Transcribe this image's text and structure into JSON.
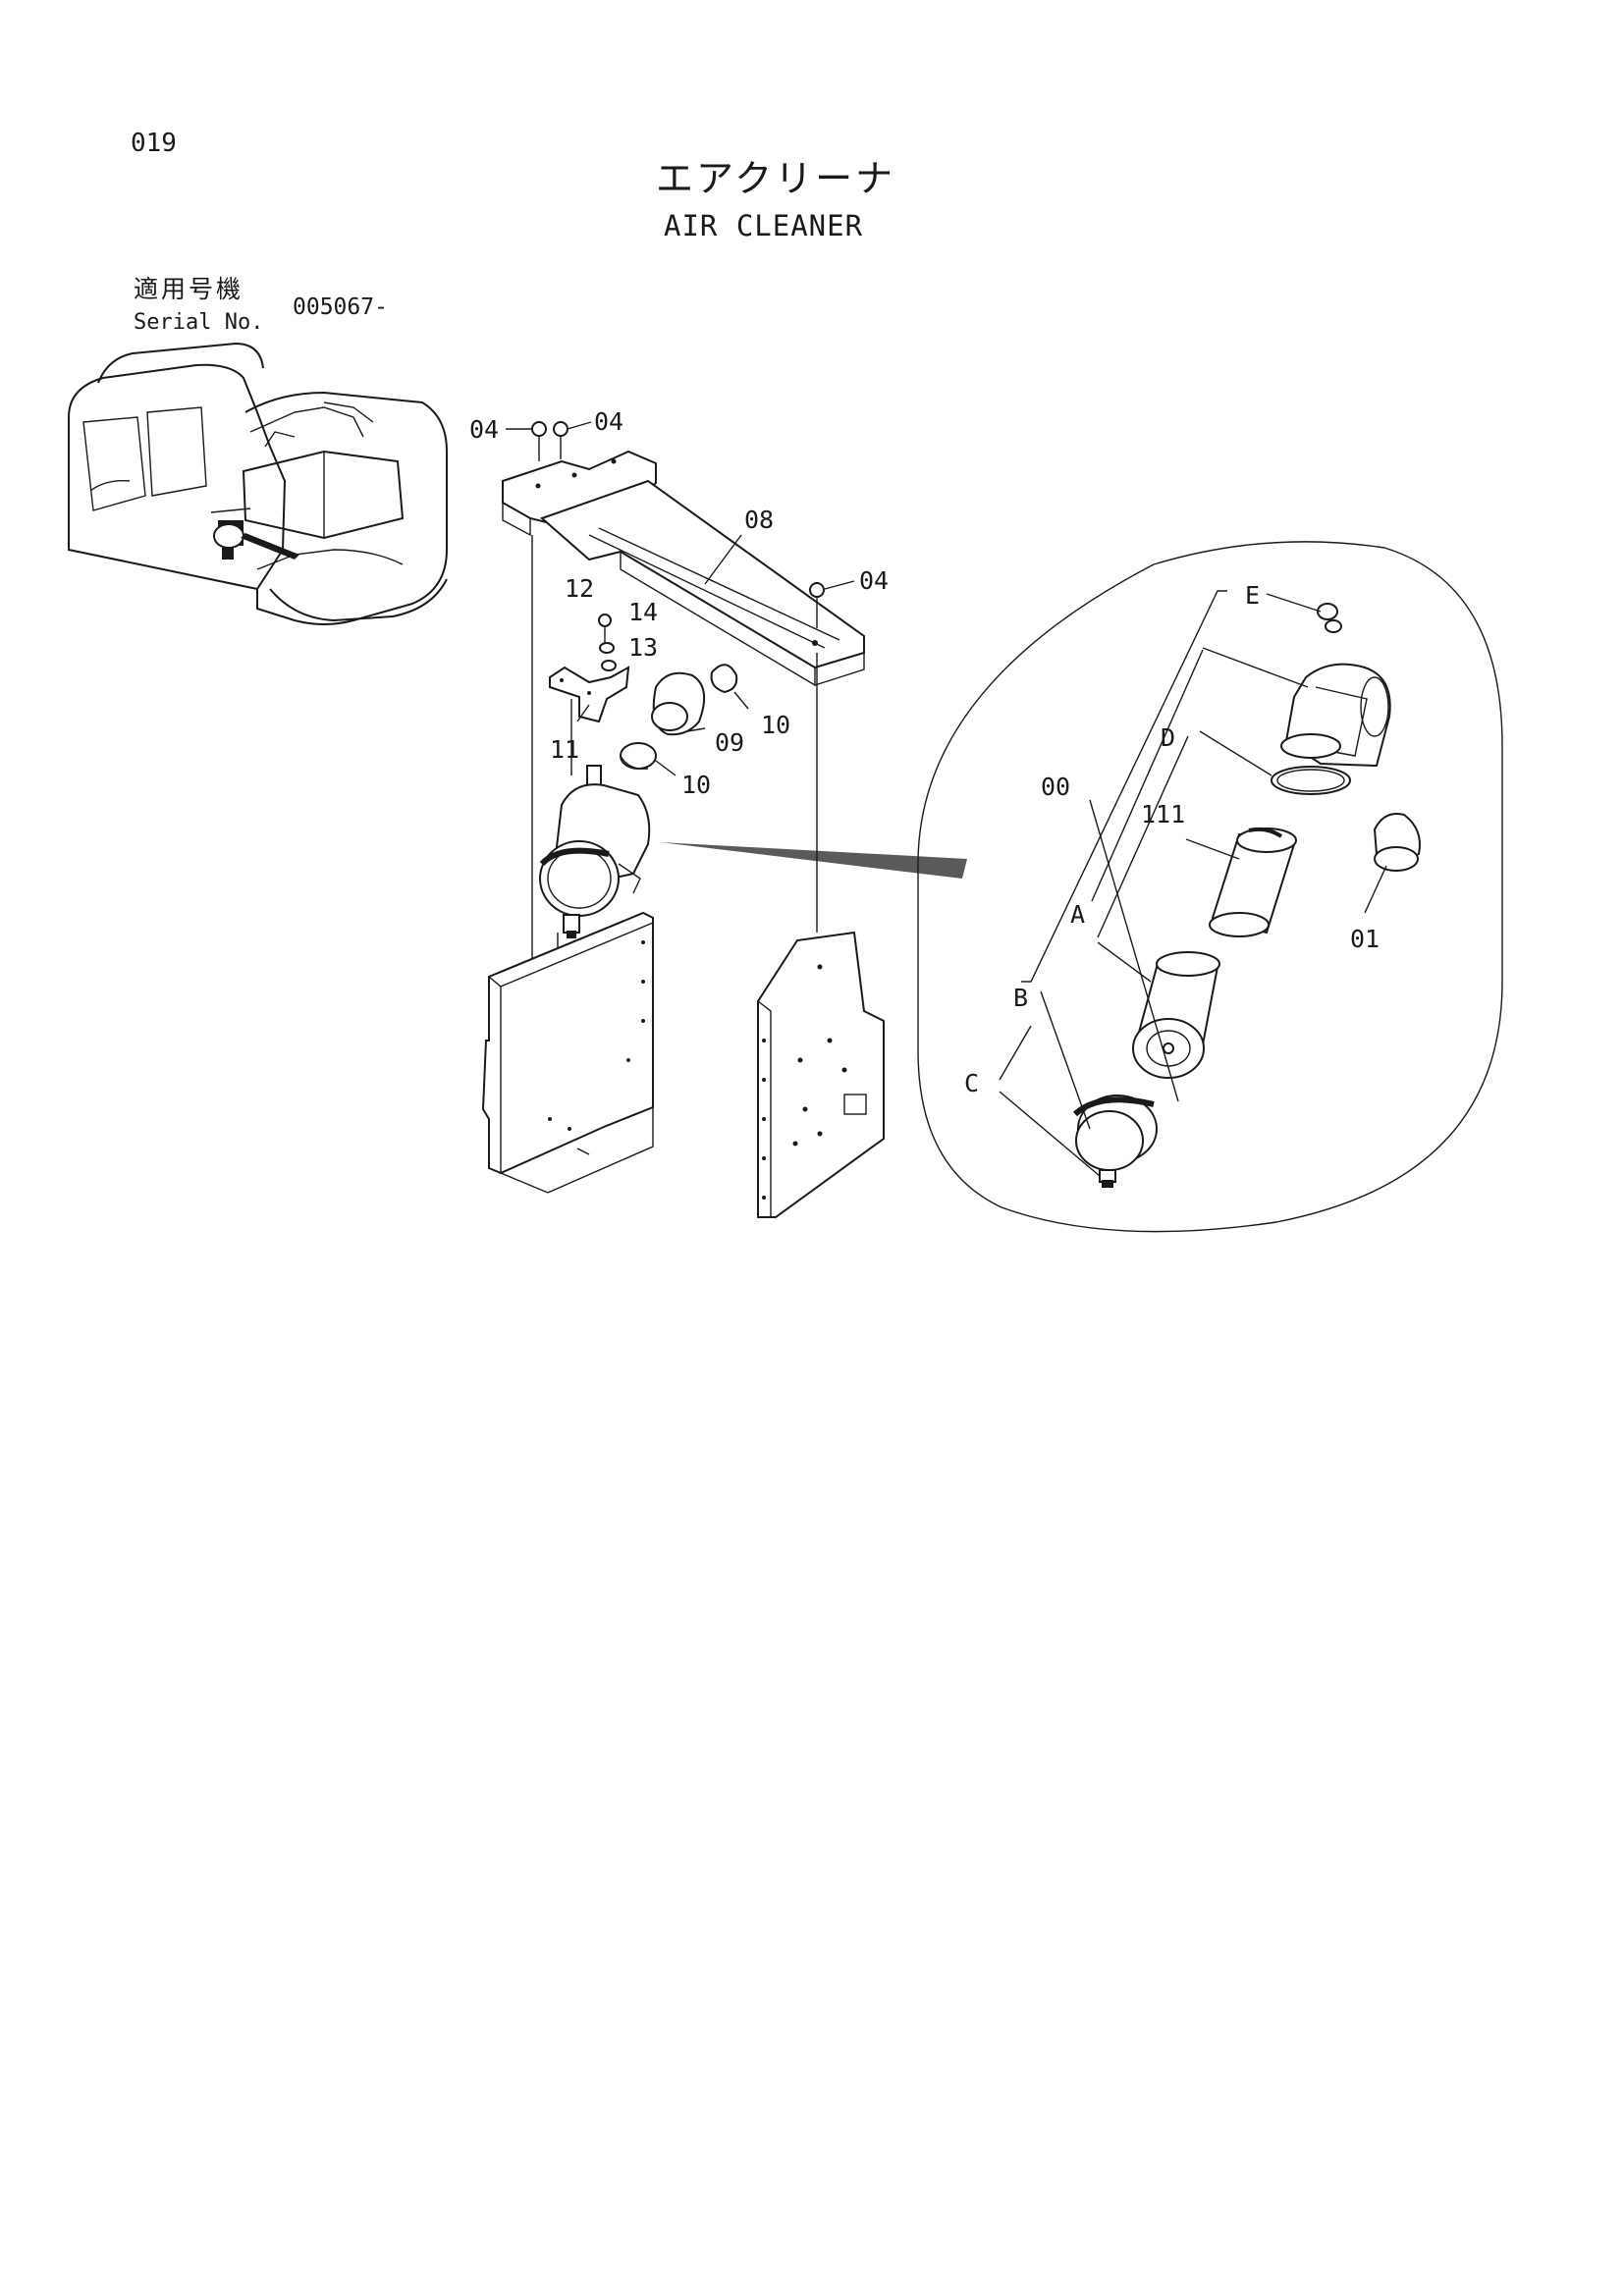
{
  "page": {
    "number": "019"
  },
  "title": {
    "japanese": "エアクリーナ",
    "english": "AIR CLEANER"
  },
  "serial": {
    "label_jp": "適用号機",
    "label_en": "Serial No.",
    "value": "005067-"
  },
  "callouts": {
    "c04a": "04",
    "c04b": "04",
    "c04c": "04",
    "c08": "08",
    "c12": "12",
    "c14": "14",
    "c13": "13",
    "c11": "11",
    "c09": "09",
    "c10a": "10",
    "c10b": "10",
    "cE": "E",
    "cD": "D",
    "c00": "00",
    "c111": "111",
    "cA": "A",
    "cB": "B",
    "cC": "C",
    "c01": "01"
  }
}
